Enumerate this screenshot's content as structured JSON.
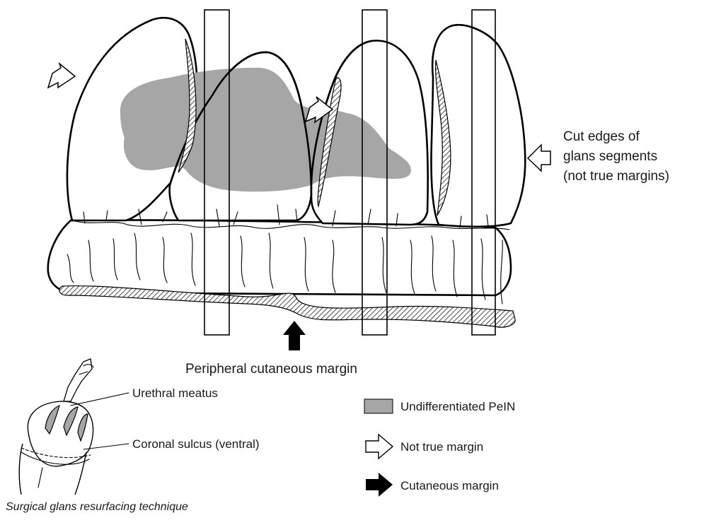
{
  "labels": {
    "cut_edges_line1": "Cut edges of",
    "cut_edges_line2": "glans segments",
    "cut_edges_line3": "(not true margins)",
    "peripheral_margin": "Peripheral cutaneous margin",
    "urethral_meatus": "Urethral meatus",
    "coronal_sulcus": "Coronal sulcus (ventral)",
    "caption": "Surgical glans resurfacing technique"
  },
  "legend": [
    {
      "icon": "gray-swatch",
      "label": "Undifferentiated PeIN",
      "color": "#a6a6a6"
    },
    {
      "icon": "white-arrow-icon",
      "label": "Not true margin"
    },
    {
      "icon": "black-arrow-icon",
      "label": "Cutaneous margin"
    }
  ],
  "colors": {
    "lesion": "#a6a6a6",
    "outline": "#000000",
    "background": "#ffffff"
  }
}
